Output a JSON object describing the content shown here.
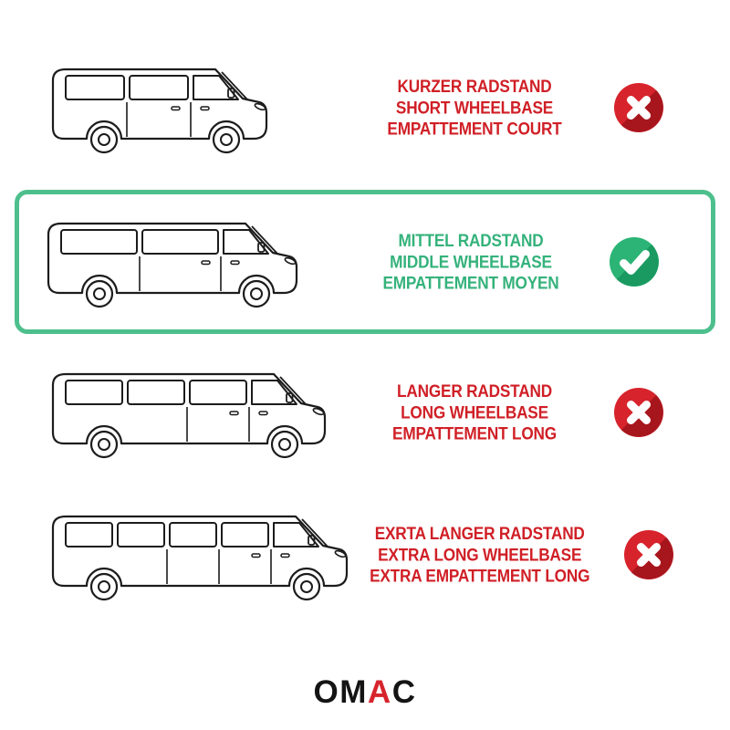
{
  "page": {
    "background": "#ffffff"
  },
  "options": [
    {
      "id": "short-wheelbase",
      "label_lines": [
        "KURZER RADSTAND",
        "SHORT WHEELBASE",
        "EMPATTEMENT COURT"
      ],
      "text_color": "#d01f26",
      "status": "not-compatible",
      "icon": "x-icon",
      "selected": false
    },
    {
      "id": "middle-wheelbase",
      "label_lines": [
        "MITTEL RADSTAND",
        "MIDDLE WHEELBASE",
        "EMPATTEMENT MOYEN"
      ],
      "text_color": "#34b27b",
      "status": "compatible",
      "icon": "check-icon",
      "selected": true
    },
    {
      "id": "long-wheelbase",
      "label_lines": [
        "LANGER RADSTAND",
        "LONG WHEELBASE",
        "EMPATTEMENT LONG"
      ],
      "text_color": "#d01f26",
      "status": "not-compatible",
      "icon": "x-icon",
      "selected": false
    },
    {
      "id": "extra-long-wheelbase",
      "label_lines": [
        "EXRTA LANGER RADSTAND",
        "EXTRA LONG WHEELBASE",
        "EXTRA EMPATTEMENT LONG"
      ],
      "text_color": "#d01f26",
      "status": "not-compatible",
      "icon": "x-icon",
      "selected": false
    }
  ],
  "icons": {
    "x": {
      "bg": "#d7242c",
      "shade": "#a8161d",
      "glyph_color": "#ffffff"
    },
    "check": {
      "bg": "#2bb475",
      "shade": "#1a9a60",
      "glyph_color": "#ffffff"
    }
  },
  "selection_border_color": "#4dbf8d",
  "van_outline_color": "#1c1c1c",
  "logo": {
    "text": "OMAC",
    "parts": [
      {
        "text": "OM",
        "color": "#141414"
      },
      {
        "text": "A",
        "color": "#d7242c"
      },
      {
        "text": "C",
        "color": "#141414"
      }
    ]
  }
}
